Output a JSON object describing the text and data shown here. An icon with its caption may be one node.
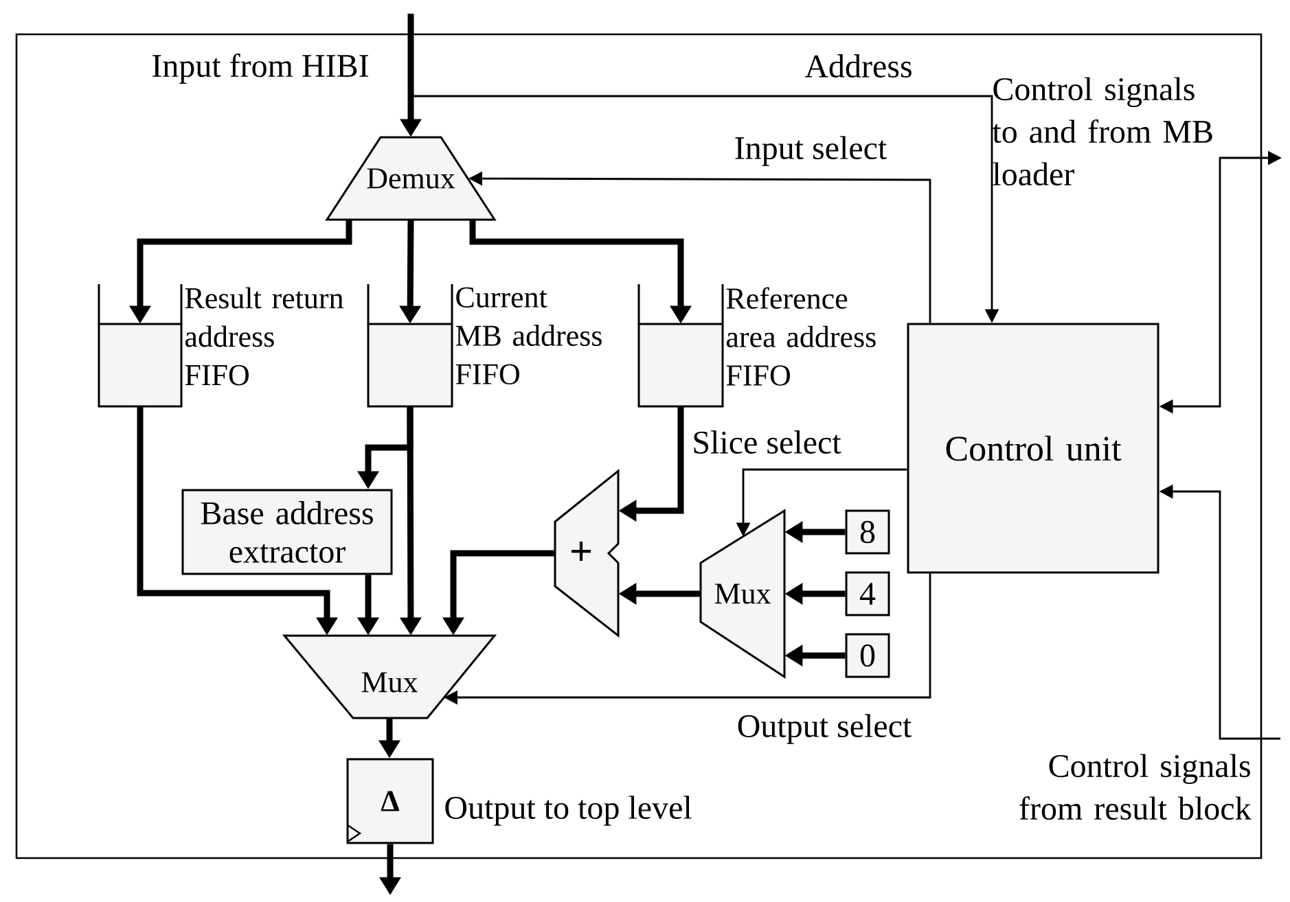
{
  "diagram": {
    "nodes": [
      {
        "text": [],
        "shape": "box"
      },
      {
        "text": [
          "Demux"
        ],
        "in": 0
      },
      {
        "text": [
          "Result return address FIFO"
        ],
        "in": 0
      },
      {
        "text": [
          "Current MB address FIFO"
        ],
        "in": 0
      },
      {
        "text": [
          "Reference area address FIFO"
        ],
        "in": 0
      },
      {
        "text": [
          "Control unit"
        ],
        "in": 0
      },
      {
        "text": [
          "Base address extractor"
        ],
        "in": 0
      },
      {
        "text": [
          "+"
        ],
        "in": 0
      },
      {
        "text": [
          "Mux"
        ],
        "in": 0
      },
      {
        "text": [
          "8"
        ],
        "in": 0
      },
      {
        "text": [
          "4"
        ],
        "in": 0
      },
      {
        "text": [
          "0"
        ],
        "in": 0
      },
      {
        "text": [
          "Mux"
        ],
        "in": 0
      },
      {
        "text": [
          "Δ"
        ],
        "in": 0,
        "beside": [
          "Output to top level"
        ]
      }
    ],
    "edges": [
      {
        "from": null,
        "to": 1,
        "arrow": "to",
        "label": "Input from HIBI"
      },
      {
        "from": null,
        "to": 5,
        "arrow": "to",
        "label": "Address"
      },
      {
        "from": 5,
        "to": 1,
        "arrow": "to",
        "label": "Input select"
      },
      {
        "from": 1,
        "to": 2,
        "arrow": "to"
      },
      {
        "from": 1,
        "to": 3,
        "arrow": "to"
      },
      {
        "from": 1,
        "to": 4,
        "arrow": "to"
      },
      {
        "from": 5,
        "to": null,
        "arrow": "both",
        "label": "Control signals to and from MB loader"
      },
      {
        "from": null,
        "to": 5,
        "arrow": "to",
        "label": "Control signals from result block"
      },
      {
        "from": 2,
        "to": 12,
        "arrow": "to"
      },
      {
        "from": 3,
        "to": 6,
        "arrow": "to"
      },
      {
        "from": 3,
        "to": 12,
        "arrow": "to"
      },
      {
        "from": 6,
        "to": 12,
        "arrow": "to"
      },
      {
        "from": 4,
        "to": 7,
        "arrow": "to"
      },
      {
        "from": 8,
        "to": 7,
        "arrow": "to"
      },
      {
        "from": 7,
        "to": 12,
        "arrow": "to"
      },
      {
        "from": 9,
        "to": 8,
        "arrow": "to"
      },
      {
        "from": 10,
        "to": 8,
        "arrow": "to"
      },
      {
        "from": 11,
        "to": 8,
        "arrow": "to"
      },
      {
        "from": 5,
        "to": 8,
        "arrow": "to",
        "label": "Slice select"
      },
      {
        "from": 5,
        "to": 12,
        "arrow": "to",
        "label": "Output select"
      },
      {
        "from": 12,
        "to": 13,
        "arrow": "to"
      },
      {
        "from": 13,
        "to": null,
        "arrow": "to"
      }
    ]
  }
}
